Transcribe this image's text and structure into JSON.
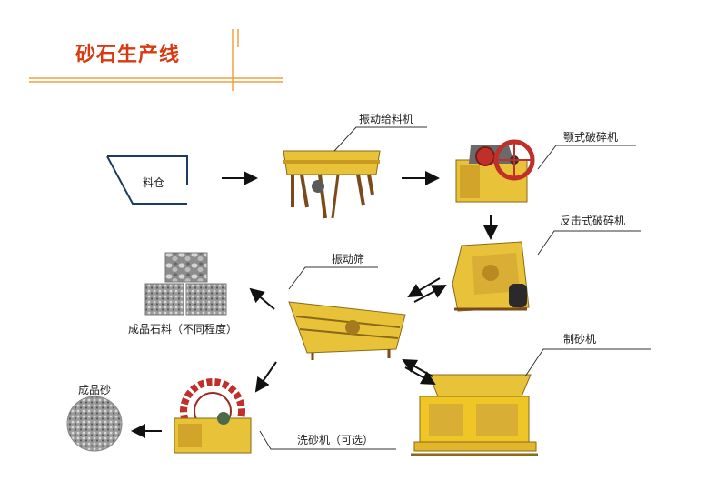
{
  "title": "砂石生产线",
  "labels": {
    "bin": "料仓",
    "feeder": "振动给料机",
    "jaw": "颚式破碎机",
    "impact": "反击式破碎机",
    "screen": "振动筛",
    "stone": "成品石料（不同程度）",
    "sandmaker": "制砂机",
    "sand": "成品砂",
    "washer": "洗砂机（可选）"
  },
  "colors": {
    "accent": "#f0a040",
    "title": "#d83a12",
    "machine": "#e8c238",
    "steel": "#7a4a1a",
    "wheel": "#c0302a"
  }
}
